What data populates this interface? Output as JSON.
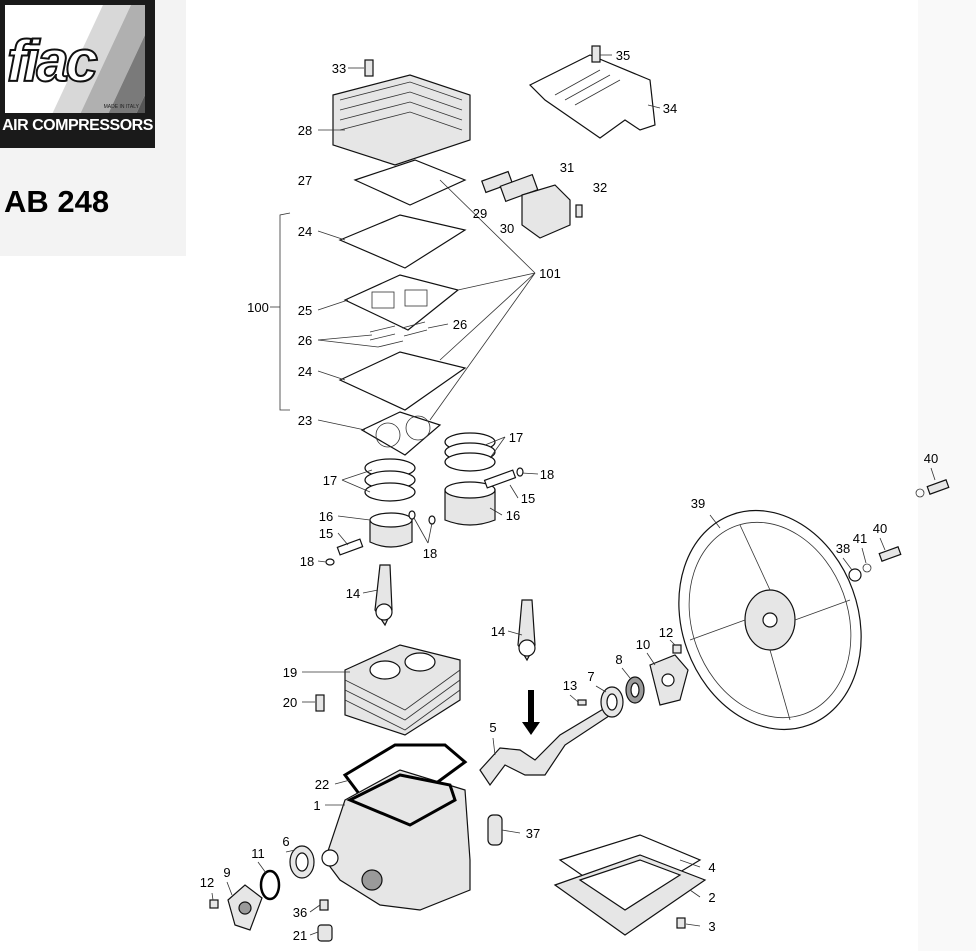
{
  "brand": {
    "logo_text": "fiac",
    "made_in": "MADE IN ITALY",
    "tagline": "AIR COMPRESSORS"
  },
  "model": "AB 248",
  "labels": [
    "33",
    "35",
    "34",
    "28",
    "27",
    "31",
    "32",
    "29",
    "30",
    "24",
    "101",
    "100",
    "25",
    "26",
    "26",
    "24",
    "23",
    "17",
    "18",
    "17",
    "15",
    "40",
    "39",
    "16",
    "16",
    "15",
    "18",
    "18",
    "40",
    "41",
    "38",
    "14",
    "14",
    "12",
    "10",
    "8",
    "7",
    "19",
    "13",
    "20",
    "5",
    "22",
    "1",
    "37",
    "6",
    "11",
    "4",
    "9",
    "12",
    "2",
    "36",
    "3",
    "21"
  ]
}
